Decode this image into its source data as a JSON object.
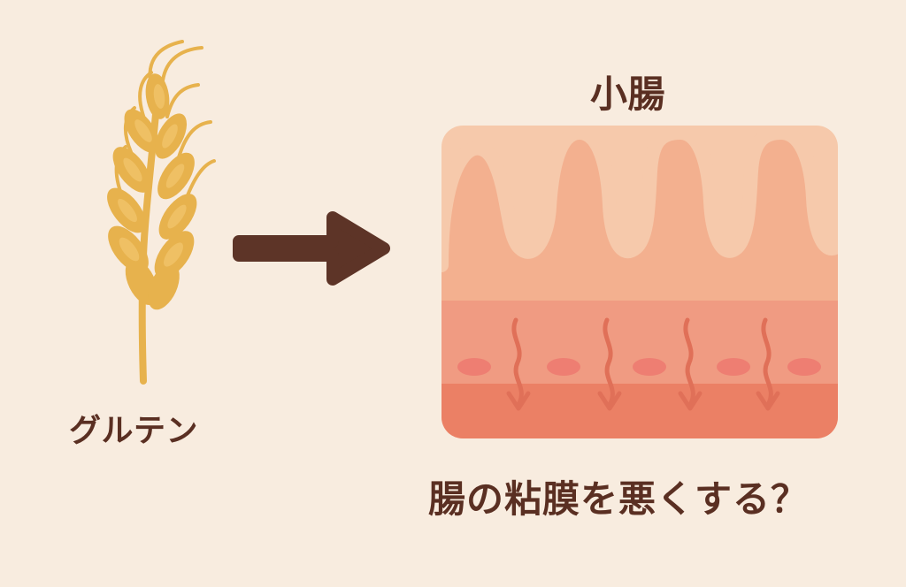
{
  "labels": {
    "gluten": "グルテン",
    "small_intestine": "小腸",
    "question": "腸の粘膜を悪くする？"
  },
  "icons": {
    "wheat": "wheat-icon",
    "arrow": "arrow-right-icon",
    "intestine": "intestine-villi-icon",
    "penetration": "wavy-down-arrow-icon"
  },
  "colors": {
    "background": "#f8ecdf",
    "text": "#5a2f22",
    "wheat": "#e7b24d",
    "wheat_light": "#f0c267",
    "arrow": "#5d3427",
    "mucosa_top": "#f6c9ab",
    "mucosa_villi": "#f3b08f",
    "mucosa_mid": "#f09b82",
    "mucosa_bottom": "#eb8065",
    "cells": "#ee7e72",
    "flow_arrows": "#e07058"
  }
}
